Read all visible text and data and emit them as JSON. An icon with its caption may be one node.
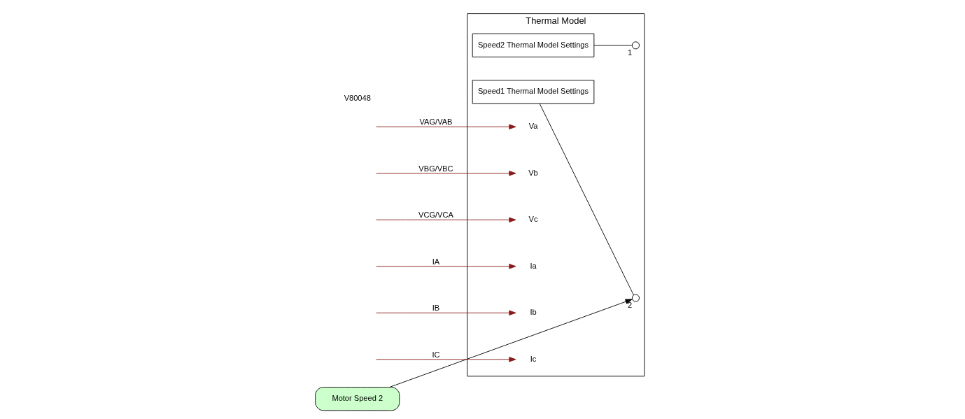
{
  "diagram": {
    "nodes": [
      {
        "text": [
          "Thermal Model"
        ]
      },
      {
        "text": [
          "Va"
        ],
        "in": 0
      },
      {
        "text": [
          "Vb"
        ],
        "in": 0
      },
      {
        "text": [
          "Vc"
        ],
        "in": 0
      },
      {
        "text": [
          "Ia"
        ],
        "in": 0
      },
      {
        "text": [
          "Ib"
        ],
        "in": 0
      },
      {
        "text": [
          "Ic"
        ],
        "in": 0
      },
      {
        "text": [
          "Speed1 Thermal Model Settings"
        ],
        "in": 0
      },
      {
        "text": [
          "Speed2 Thermal Model Settings"
        ],
        "in": 0
      },
      {
        "text": [],
        "shape": "circle",
        "beside": [
          "2"
        ],
        "in": 0
      },
      {
        "text": [],
        "shape": "circle",
        "beside": [
          "1"
        ],
        "in": 0
      },
      {
        "text": [
          "Motor Speed 2"
        ]
      }
    ],
    "edges": [
      {
        "from": null,
        "to": 1,
        "arrow": "to",
        "label": "VAG/VAB"
      },
      {
        "from": null,
        "to": 2,
        "arrow": "to",
        "label": "VBG/VBC"
      },
      {
        "from": null,
        "to": 3,
        "arrow": "to",
        "label": "VCG/VCA"
      },
      {
        "from": null,
        "to": 4,
        "arrow": "to",
        "label": "IA"
      },
      {
        "from": null,
        "to": 5,
        "arrow": "to",
        "label": "IB"
      },
      {
        "from": null,
        "to": 6,
        "arrow": "to",
        "label": "IC"
      },
      {
        "from": 7,
        "to": 9,
        "arrow": "none",
        "color": "#000000"
      },
      {
        "from": 8,
        "to": 10,
        "arrow": "none",
        "color": "#000000"
      },
      {
        "from": 11,
        "to": 9,
        "arrow": "to",
        "color": "#000000"
      }
    ],
    "labels": [
      "V80048"
    ]
  }
}
